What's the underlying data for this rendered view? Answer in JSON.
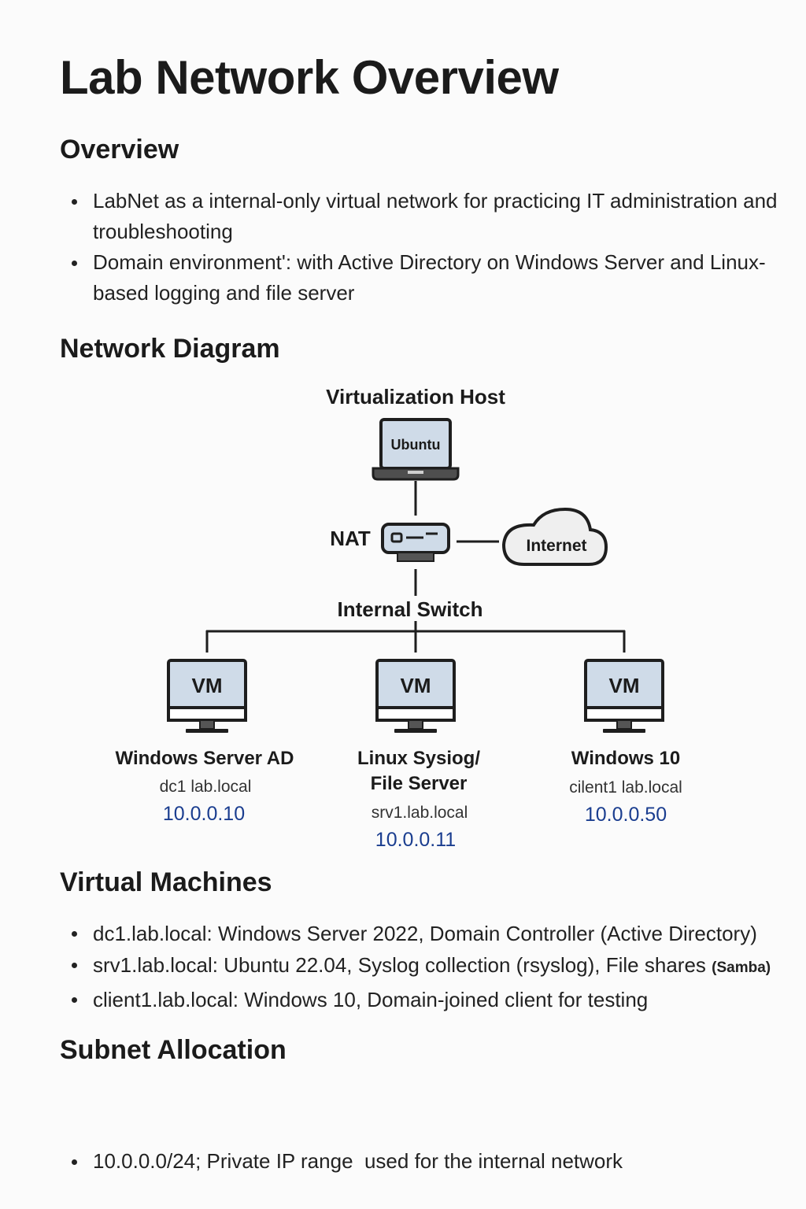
{
  "title": "Lab Network Overview",
  "overview": {
    "heading": "Overview",
    "items": [
      "LabNet as a internal-only virtual network for practicing IT administration and troubleshooting",
      "Domain environment': with Active Directory on Windows Server and Linux-based logging and file server"
    ]
  },
  "diagram": {
    "heading": "Network Diagram",
    "host_title": "Virtualization Host",
    "host_os": "Ubuntu",
    "nat_label": "NAT",
    "internet_label": "Internet",
    "switch_label": "Internal Switch",
    "vm_screen_label": "VM",
    "vms": [
      {
        "name_line1": "Windows Server AD",
        "name_line2": "",
        "hostname": "dc1 lab.local",
        "ip": "10.0.0.10"
      },
      {
        "name_line1": "Linux Sysiog/",
        "name_line2": "File Server",
        "hostname": "srv1.lab.local",
        "ip": "10.0.0.11"
      },
      {
        "name_line1": "Windows 10",
        "name_line2": "",
        "hostname": "cilent1 lab.local",
        "ip": "10.0.0.50"
      }
    ],
    "colors": {
      "ip": "#1a3d8f",
      "screen_fill": "#cfdbe8",
      "outline": "#1e1e1e",
      "base": "#555555"
    }
  },
  "virtual_machines": {
    "heading": "Virtual Machines",
    "items": [
      {
        "text": "dc1.lab.local: Windows Server 2022, Domain Controller (Active Directory)",
        "suffix": ""
      },
      {
        "text": "srv1.lab.local: Ubuntu 22.04, Syslog collection (rsyslog), File shares ",
        "suffix": "(Samba)"
      },
      {
        "text": "client1.lab.local: Windows 10, Domain-joined client for testing",
        "suffix": ""
      }
    ]
  },
  "subnet": {
    "heading": "Subnet Allocation",
    "items": [
      "10.0.0.0/24; Private IP range  used for the internal network"
    ]
  }
}
